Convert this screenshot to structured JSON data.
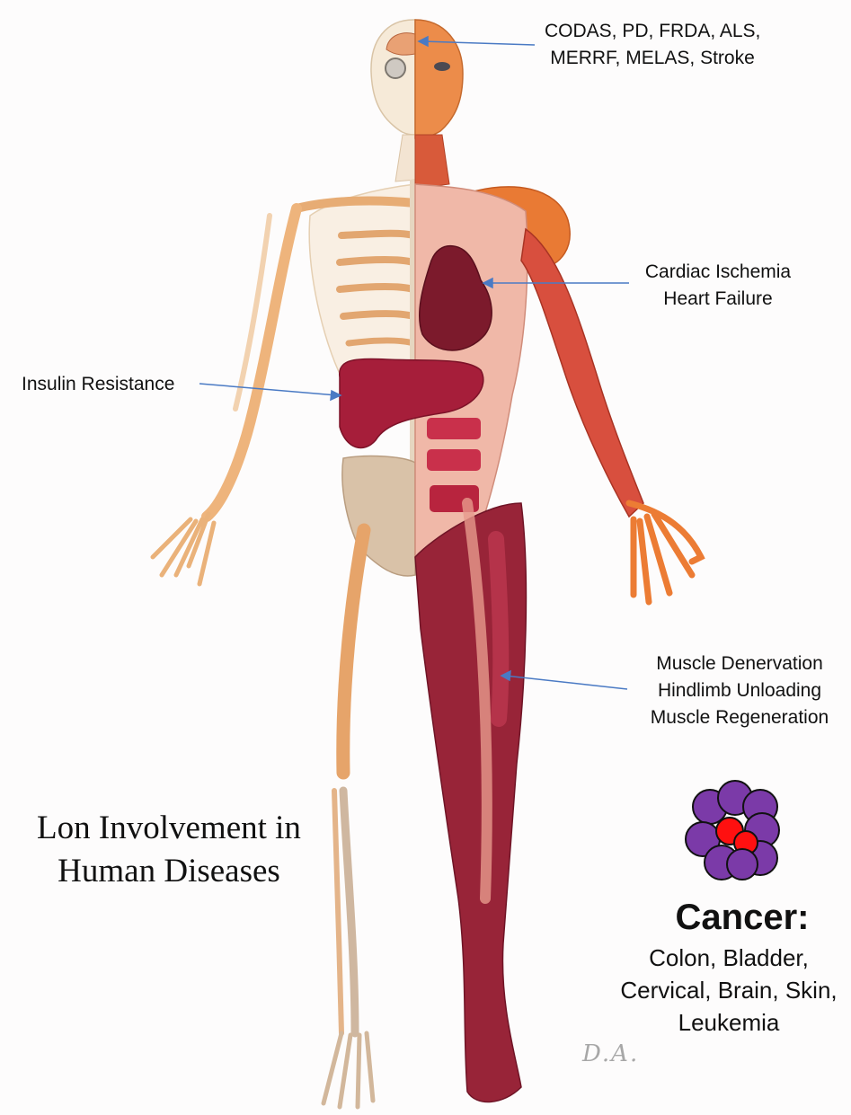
{
  "labels": {
    "brain": [
      "CODAS, PD, FRDA, ALS,",
      "MERRF, MELAS, Stroke"
    ],
    "heart": [
      "Cardiac Ischemia",
      "Heart Failure"
    ],
    "liver": "Insulin Resistance",
    "muscle": [
      "Muscle Denervation",
      "Hindlimb Unloading",
      "Muscle Regeneration"
    ]
  },
  "title": [
    "Lon Involvement in",
    "Human Diseases"
  ],
  "cancer": {
    "heading": "Cancer:",
    "types": [
      "Colon, Bladder,",
      "Cervical, Brain, Skin,",
      "Leukemia"
    ]
  },
  "signature": "D.A.",
  "colors": {
    "arrow": "#4a7ac4",
    "skin": "#f2c9a8",
    "bone": "#e8b07a",
    "muscle": "#8e1d33",
    "organ": "#6f1426",
    "tumor_cell": "#7b3aa8",
    "tumor_core": "#ff1010"
  }
}
